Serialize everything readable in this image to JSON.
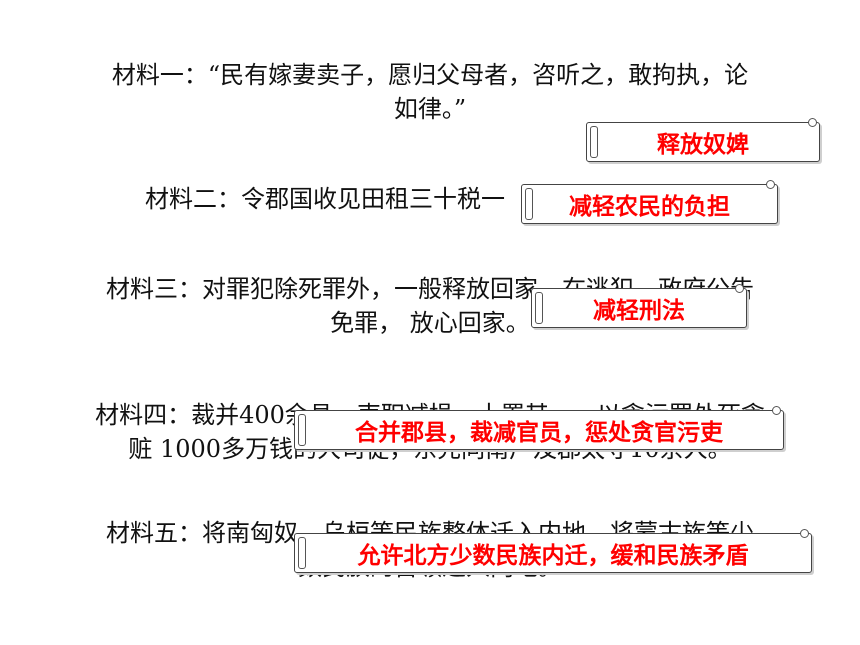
{
  "materials": [
    {
      "line1": "材料一：“民有嫁妻卖子，愿归父母者，咨听之，敢拘执，论",
      "line2": "如律。”"
    },
    {
      "line1": "材料二：令郡国收见田租三十税一"
    },
    {
      "line1": "材料三：对罪犯除死罪外，一般释放回家，在逃犯，政府公告",
      "line2": "免罪， 放心回家。"
    },
    {
      "line1": "材料四：裁并400余县，吏职减损，十置其一，以贪污罪处死贪",
      "line2": "赃 1000多万钱的大司徒，东先同南户及郡太守10余人。"
    },
    {
      "line1": "材料五：将南匈奴、乌桓等民族整体迁入内地，将蒙古族等少",
      "line2": "数民族的首领迁入内地。"
    }
  ],
  "labels": {
    "release_slaves": "释放奴婢",
    "reduce_burden": "减轻农民的负担",
    "reduce_punishment": "减轻刑法",
    "merge_counties": "合并郡县，裁减官员，惩处贪官污吏",
    "ethnic_migration": "允许北方少数民族内迁，缓和民族矛盾"
  }
}
